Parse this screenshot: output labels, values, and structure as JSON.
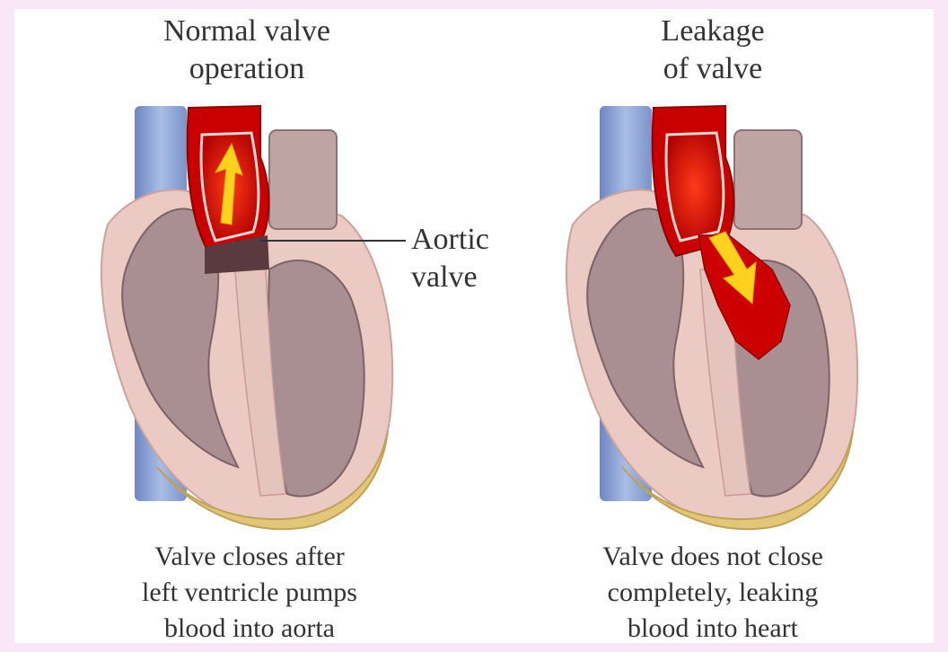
{
  "panels": [
    {
      "title_line1": "Normal valve",
      "title_line2": "operation",
      "caption_line1": "Valve closes after",
      "caption_line2": "left ventricle pumps",
      "caption_line3": "blood into aorta"
    },
    {
      "title_line1": "Leakage",
      "title_line2": "of valve",
      "caption_line1": "Valve does not close",
      "caption_line2": "completely, leaking",
      "caption_line3": "blood into heart"
    }
  ],
  "callout": {
    "line1": "Aortic",
    "line2": "valve"
  },
  "colors": {
    "background": "#f9e6f6",
    "vein": "#8fa6d6",
    "heart_wall": "#e9c8c2",
    "muscle": "#a88c90",
    "blood": "#cc0000",
    "arrow": "#ffd21f"
  }
}
